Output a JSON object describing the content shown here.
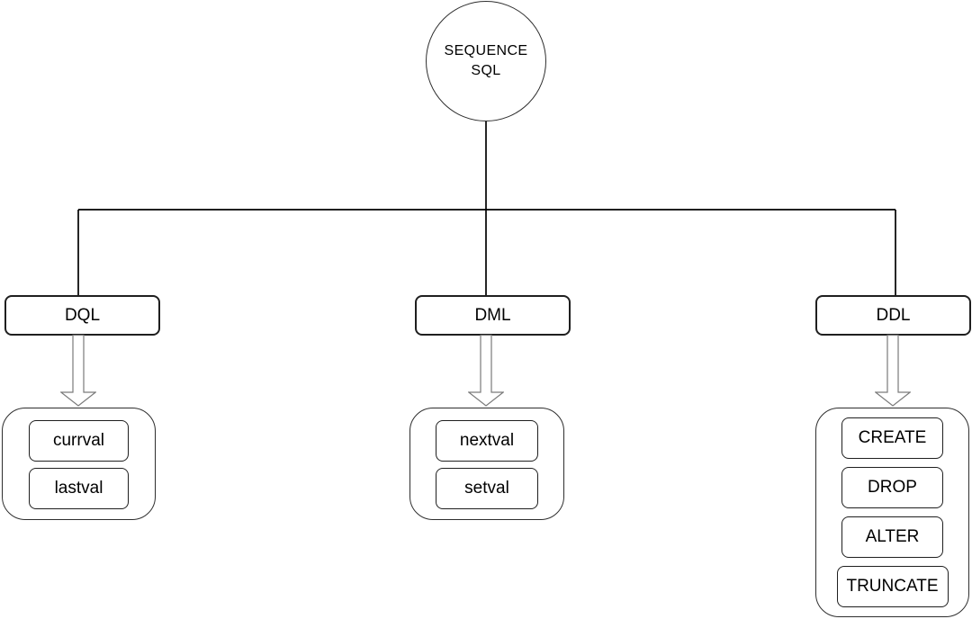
{
  "diagram": {
    "root": {
      "line1": "SEQUENCE",
      "line2": "SQL"
    },
    "branches": [
      {
        "label": "DQL",
        "children": [
          "currval",
          "lastval"
        ]
      },
      {
        "label": "DML",
        "children": [
          "nextval",
          "setval"
        ]
      },
      {
        "label": "DDL",
        "children": [
          "CREATE",
          "DROP",
          "ALTER",
          "TRUNCATE"
        ]
      }
    ],
    "colors": {
      "background": "#ffffff",
      "connector_line": "#000000",
      "node_border": "#1f1f1f",
      "group_border": "#2e2e2e",
      "arrow_outline": "#7a7a7a",
      "text": "#000000"
    }
  }
}
